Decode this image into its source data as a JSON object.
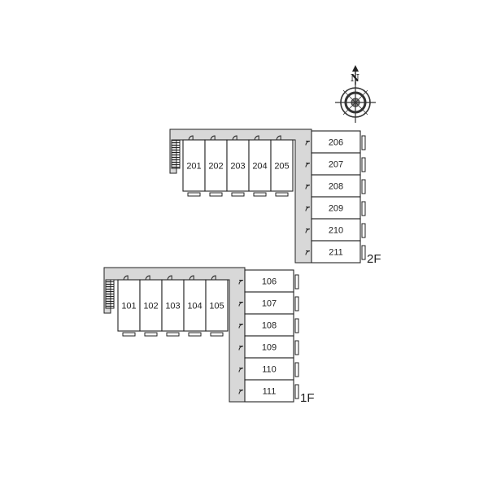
{
  "compass": {
    "north_label": "N",
    "icon": "compass-rose-icon"
  },
  "floors": [
    {
      "label": "2F",
      "row_units": [
        "201",
        "202",
        "203",
        "204",
        "205"
      ],
      "column_units": [
        "206",
        "207",
        "208",
        "209",
        "210",
        "211"
      ]
    },
    {
      "label": "1F",
      "row_units": [
        "101",
        "102",
        "103",
        "104",
        "105"
      ],
      "column_units": [
        "106",
        "107",
        "108",
        "109",
        "110",
        "111"
      ]
    }
  ],
  "colors": {
    "corridor": "#d8d8d8",
    "line": "#222222",
    "background": "#ffffff"
  }
}
